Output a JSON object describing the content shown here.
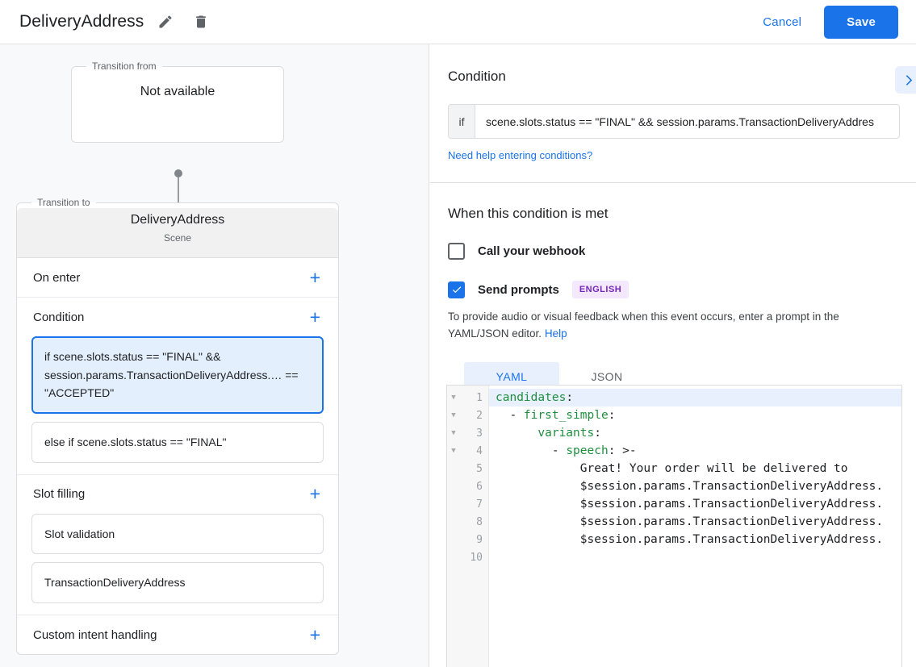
{
  "appbar": {
    "title": "DeliveryAddress",
    "edit_icon": "pencil-icon",
    "delete_icon": "trash-icon",
    "cancel_label": "Cancel",
    "save_label": "Save"
  },
  "left_pane": {
    "transition_from": {
      "legend": "Transition from",
      "value": "Not available"
    },
    "transition_to": {
      "legend": "Transition to",
      "name": "DeliveryAddress",
      "type": "Scene"
    },
    "sections": [
      {
        "title": "On enter",
        "add_label": "+",
        "items": []
      },
      {
        "title": "Condition",
        "add_label": "+",
        "items": [
          {
            "text": "if scene.slots.status == \"FINAL\" && session.params.TransactionDeliveryAddress.… == \"ACCEPTED\"",
            "selected": true
          },
          {
            "text": "else if scene.slots.status == \"FINAL\"",
            "selected": false
          }
        ]
      },
      {
        "title": "Slot filling",
        "add_label": "+",
        "items": [
          {
            "text": "Slot validation",
            "selected": false
          },
          {
            "text": "TransactionDeliveryAddress",
            "selected": false
          }
        ]
      },
      {
        "title": "Custom intent handling",
        "add_label": "+",
        "items": []
      }
    ]
  },
  "right_pane": {
    "condition": {
      "heading": "Condition",
      "expand_icon": "chevron-right-icon",
      "if_label": "if",
      "expression": "scene.slots.status == \"FINAL\" && session.params.TransactionDeliveryAddres",
      "help_link": "Need help entering conditions?"
    },
    "when_met": {
      "heading": "When this condition is met",
      "webhook_label": "Call your webhook",
      "webhook_checked": false,
      "prompts_label": "Send prompts",
      "prompts_checked": true,
      "language_badge": "ENGLISH",
      "help_text": "To provide audio or visual feedback when this event occurs, enter a prompt in the YAML/JSON editor.",
      "help_link": "Help"
    },
    "editor": {
      "tabs": [
        {
          "label": "YAML",
          "active": true
        },
        {
          "label": "JSON",
          "active": false
        }
      ],
      "lines": [
        {
          "num": "1",
          "fold": true,
          "active": true,
          "parts": [
            {
              "t": "candidates",
              "c": "k"
            },
            {
              "t": ":",
              "c": ""
            }
          ]
        },
        {
          "num": "2",
          "fold": true,
          "active": false,
          "parts": [
            {
              "t": "  - ",
              "c": ""
            },
            {
              "t": "first_simple",
              "c": "k"
            },
            {
              "t": ":",
              "c": ""
            }
          ]
        },
        {
          "num": "3",
          "fold": true,
          "active": false,
          "parts": [
            {
              "t": "      ",
              "c": ""
            },
            {
              "t": "variants",
              "c": "k"
            },
            {
              "t": ":",
              "c": ""
            }
          ]
        },
        {
          "num": "4",
          "fold": true,
          "active": false,
          "parts": [
            {
              "t": "        - ",
              "c": ""
            },
            {
              "t": "speech",
              "c": "k"
            },
            {
              "t": ": >-",
              "c": ""
            }
          ]
        },
        {
          "num": "5",
          "fold": false,
          "active": false,
          "parts": [
            {
              "t": "            Great! Your order will be delivered to",
              "c": ""
            }
          ]
        },
        {
          "num": "6",
          "fold": false,
          "active": false,
          "parts": [
            {
              "t": "            $session.params.TransactionDeliveryAddress.",
              "c": ""
            }
          ]
        },
        {
          "num": "7",
          "fold": false,
          "active": false,
          "parts": [
            {
              "t": "            $session.params.TransactionDeliveryAddress.",
              "c": ""
            }
          ]
        },
        {
          "num": "8",
          "fold": false,
          "active": false,
          "parts": [
            {
              "t": "            $session.params.TransactionDeliveryAddress.",
              "c": ""
            }
          ]
        },
        {
          "num": "9",
          "fold": false,
          "active": false,
          "parts": [
            {
              "t": "            $session.params.TransactionDeliveryAddress.",
              "c": ""
            }
          ]
        },
        {
          "num": "10",
          "fold": false,
          "active": false,
          "parts": [
            {
              "t": "",
              "c": ""
            }
          ]
        }
      ]
    }
  },
  "colors": {
    "accent_blue": "#1a73e8",
    "selected_card_bg": "#e3effc",
    "badge_purple_bg": "#f3e8fd",
    "badge_purple_fg": "#7627bb",
    "yaml_key_green": "#1e8e3e",
    "left_pane_bg": "#f8f9fa"
  }
}
